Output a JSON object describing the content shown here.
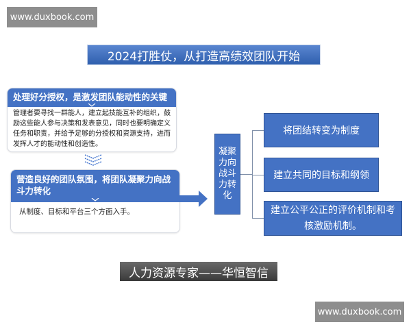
{
  "watermark_top": "www.duxbook.com",
  "watermark_bottom": "www.duxbook.com",
  "title": "2024打胜仗，从打造高绩效团队开始",
  "card1": {
    "header": "处理好分授权，是激发团队能动性的关键",
    "body": "管理者要寻找一群能人，建立起技能互补的组织，鼓励这些能人参与决策和发表意见，同时也要明确定义任务和职责，并给予足够的分授权和资源支持，进而发挥人才的能动性和创造性。"
  },
  "card2": {
    "header": "营造良好的团队氛围，将团队凝聚力向战斗力转化",
    "body": "从制度、目标和平台三个方面入手。"
  },
  "center": "凝聚力向战斗力转化",
  "branches": [
    "将团结转变为制度",
    "建立共同的目标和纲领",
    "建立公平公正的评价机制和考核激励机制。"
  ],
  "footer": "人力资源专家——华恒智信"
}
